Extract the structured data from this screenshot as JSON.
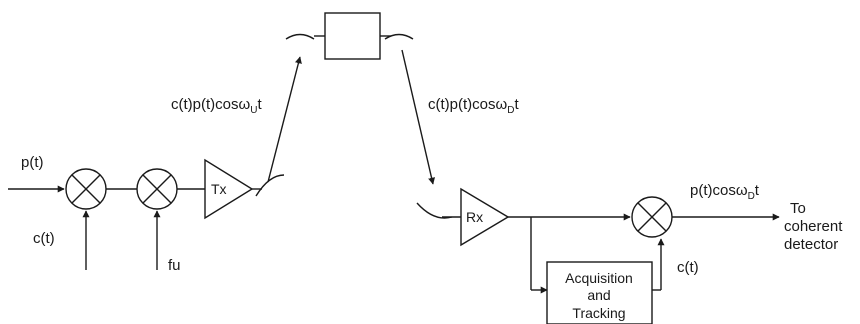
{
  "inputs": {
    "baseband": "p(t)",
    "code_tx": "c(t)",
    "uplink_freq": "fu"
  },
  "blocks": {
    "transmitter": "Tx",
    "receiver": "Rx",
    "acquisition": [
      "Acquisition",
      "and",
      "Tracking"
    ]
  },
  "signals": {
    "uplink": {
      "main": "c(t)p(t)cosω",
      "sub": "U",
      "tail": "t"
    },
    "downlink": {
      "main": "c(t)p(t)cosω",
      "sub": "D",
      "tail": "t"
    },
    "despread": {
      "main": "p(t)cosω",
      "sub": "D",
      "tail": "t"
    },
    "code_rx": "c(t)"
  },
  "output": [
    "To",
    "coherent",
    "detector"
  ]
}
